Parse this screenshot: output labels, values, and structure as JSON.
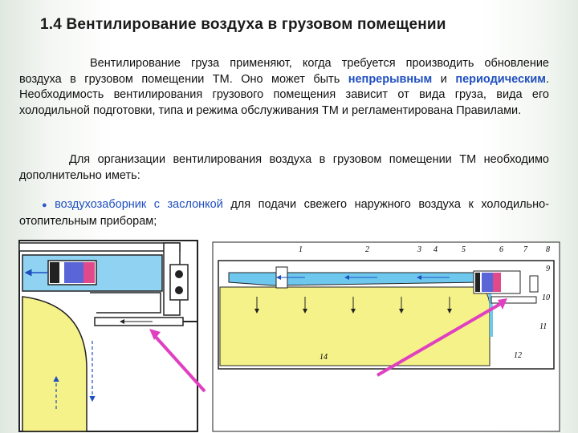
{
  "title": "1.4 Вентилирование воздуха в грузовом помещении",
  "p1": {
    "t1": "Вентилирование груза применяют, когда требуется производить обновление воздуха в грузовом помещении ТМ. Оно может быть ",
    "k1": "непрерывным",
    "t2": " и ",
    "k2": "периодическим",
    "t3": ". Необходимость вентилирования грузового помещения зависит от вида груза, вида его холодильной подготовки, типа и режима обслуживания ТМ и регламентирована Правилами."
  },
  "p2": "Для организации вентилирования воздуха в грузовом помещении ТМ необходимо дополнительно иметь:",
  "p3": {
    "bullet": "●",
    "key": "воздухозаборник с заслонкой",
    "rest": " для подачи свежего наружного воздуха к холодильно-отопительным приборам;"
  },
  "diagram_labels": {
    "n1": "1",
    "n2": "2",
    "n3": "3",
    "n4": "4",
    "n5": "5",
    "n6": "6",
    "n7": "7",
    "n8": "8",
    "n9": "9",
    "n10": "10",
    "n11": "11",
    "n12": "12",
    "n14": "14"
  },
  "colors": {
    "cargo": "#f6f28a",
    "duct": "#6ec8ee",
    "arrow": "#e040c0",
    "accent": "#1f4fbf"
  }
}
